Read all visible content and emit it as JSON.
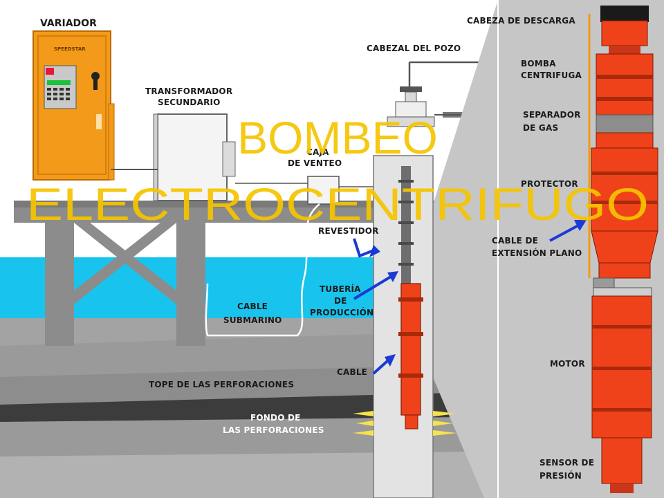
{
  "title": {
    "line1": "BOMBEO",
    "line2": "ELECTROCENTRIFUGO"
  },
  "labels": {
    "variador": "VARIADOR",
    "panel_brand": "SPEEDSTAR",
    "transformador_1": "TRANSFORMADOR",
    "transformador_2": "SECUNDARIO",
    "cabezal": "CABEZAL DEL POZO",
    "caja_venteo_1": "CAJA",
    "caja_venteo_2": "DE VENTEO",
    "revestidor": "REVESTIDOR",
    "tuberia_1": "TUBERÍA",
    "tuberia_2": "DE",
    "tuberia_3": "PRODUCCIÓN",
    "cable_submarino_1": "CABLE",
    "cable_submarino_2": "SUBMARINO",
    "cable": "CABLE",
    "tope": "TOPE DE LAS PERFORACIONES",
    "fondo_1": "FONDO DE",
    "fondo_2": "LAS PERFORACIONES",
    "cabeza_descarga": "CABEZA DE DESCARGA",
    "bomba_1": "BOMBA",
    "bomba_2": "CENTRIFUGA",
    "separador_1": "SEPARADOR",
    "separador_2": "DE GAS",
    "protector": "PROTECTOR",
    "cable_ext_1": "CABLE DE",
    "cable_ext_2": "EXTENSIÓN PLANO",
    "motor": "MOTOR",
    "sensor_1": "SENSOR DE",
    "sensor_2": "PRESIÓN"
  },
  "colors": {
    "sky": "#ffffff",
    "water": "#18c4ee",
    "seabed": "#9b9b9b",
    "platform": "#8a8a8a",
    "panel_orange": "#f39a1a",
    "pump_red": "#f0421a",
    "arrow_blue": "#1a3ad6",
    "title_yellow": "#f5c400",
    "zoom_gray": "#c6c6c6"
  }
}
